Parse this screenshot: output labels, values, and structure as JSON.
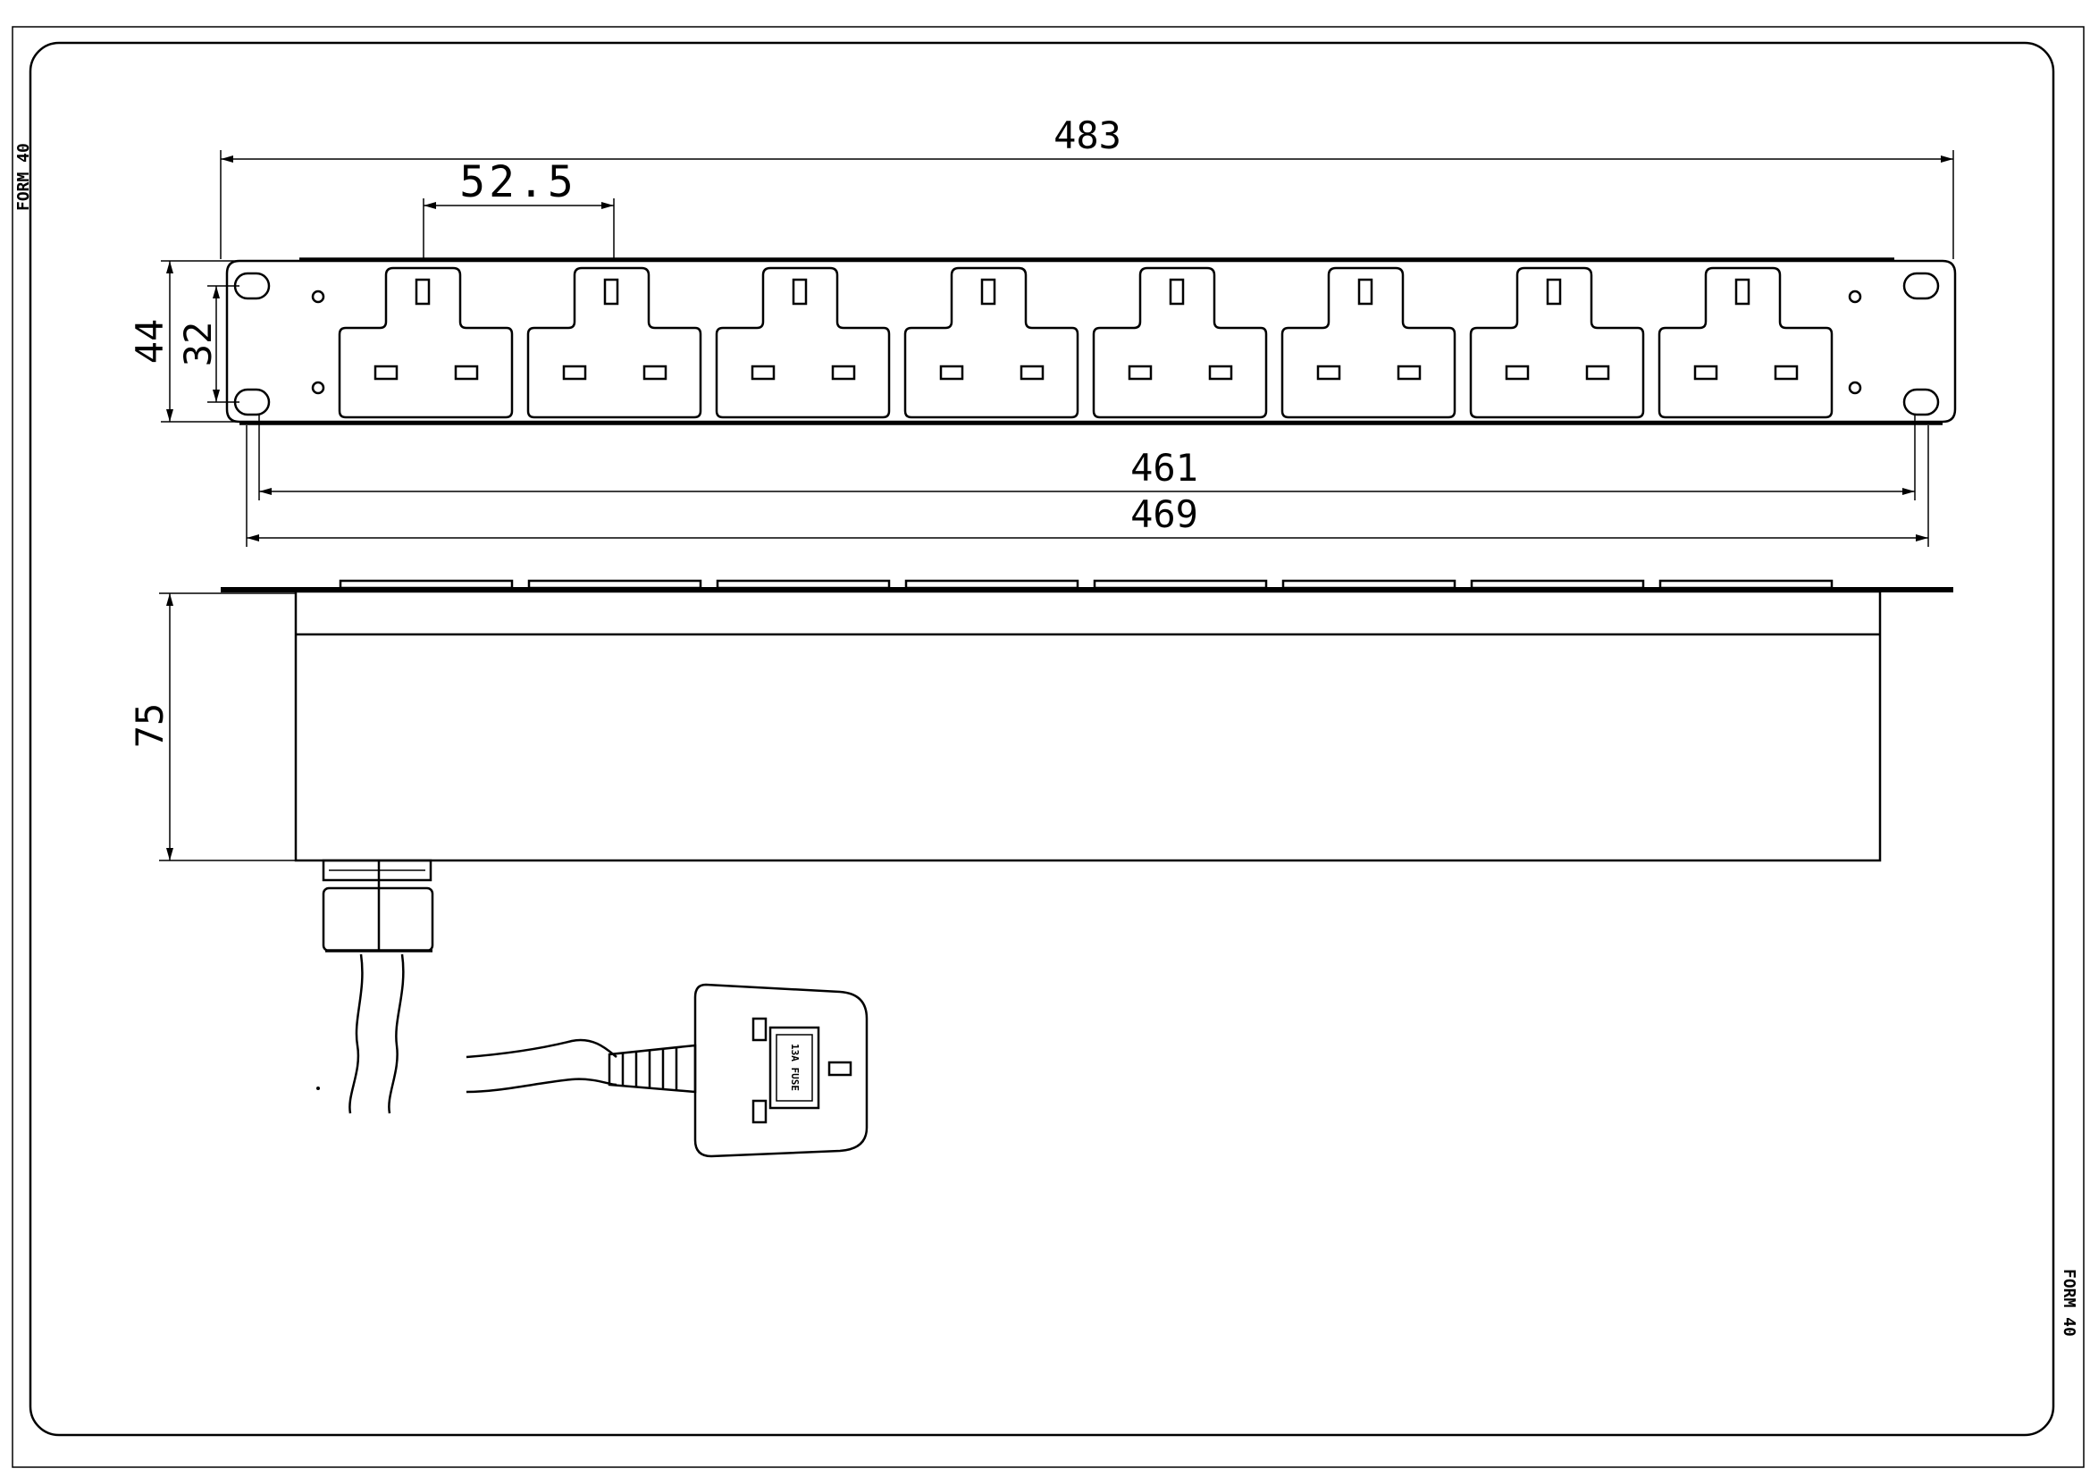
{
  "drawing": {
    "form_label_left": "FORM 40",
    "form_label_right": "FORM 40"
  },
  "front_view": {
    "socket_count": 8,
    "dimensions": {
      "overall_width": "483",
      "socket_pitch": "52.5",
      "height": "44",
      "mount_hole_spacing_vertical": "32",
      "mount_hole_spacing_horizontal": "461",
      "body_width": "469"
    }
  },
  "side_view": {
    "dimensions": {
      "depth": "75"
    }
  },
  "plug": {
    "fuse_label": "13A FUSE"
  }
}
